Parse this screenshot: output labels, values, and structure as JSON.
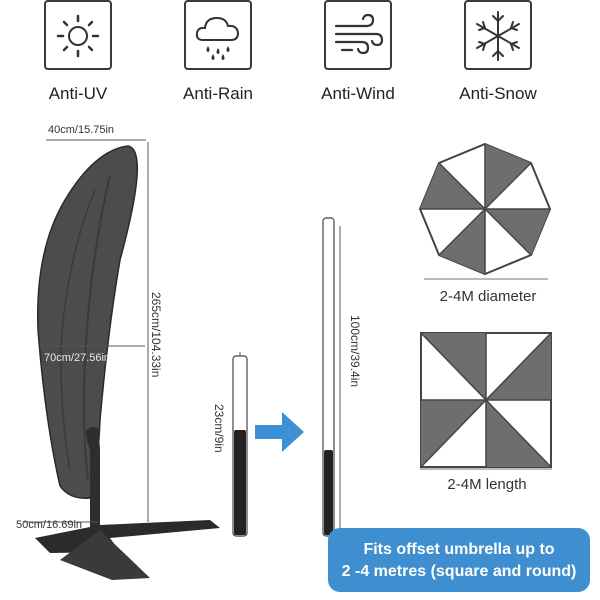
{
  "features": [
    {
      "icon": "sun-icon",
      "label": "Anti-UV"
    },
    {
      "icon": "rain-cloud-icon",
      "label": "Anti-Rain"
    },
    {
      "icon": "wind-icon",
      "label": "Anti-Wind"
    },
    {
      "icon": "snowflake-icon",
      "label": "Anti-Snow"
    }
  ],
  "dimensions": {
    "top_width": "40cm/15.75in",
    "height": "265cm/104.33in",
    "middle_width": "70cm/27.56in",
    "bottom_width": "50cm/16.69in",
    "short_pole": "23cm/9in",
    "long_pole": "100cm/39.4in"
  },
  "shapes": {
    "round_caption": "2-4M diameter",
    "square_caption": "2-4M length"
  },
  "banner": {
    "line1": "Fits offset umbrella up to",
    "line2": "2 -4 metres (square and round)"
  },
  "colors": {
    "cover": "#4a4a4a",
    "panel_dark": "#6e6e6e",
    "banner": "#3f8fd0",
    "arrow": "#3d8fd6"
  }
}
